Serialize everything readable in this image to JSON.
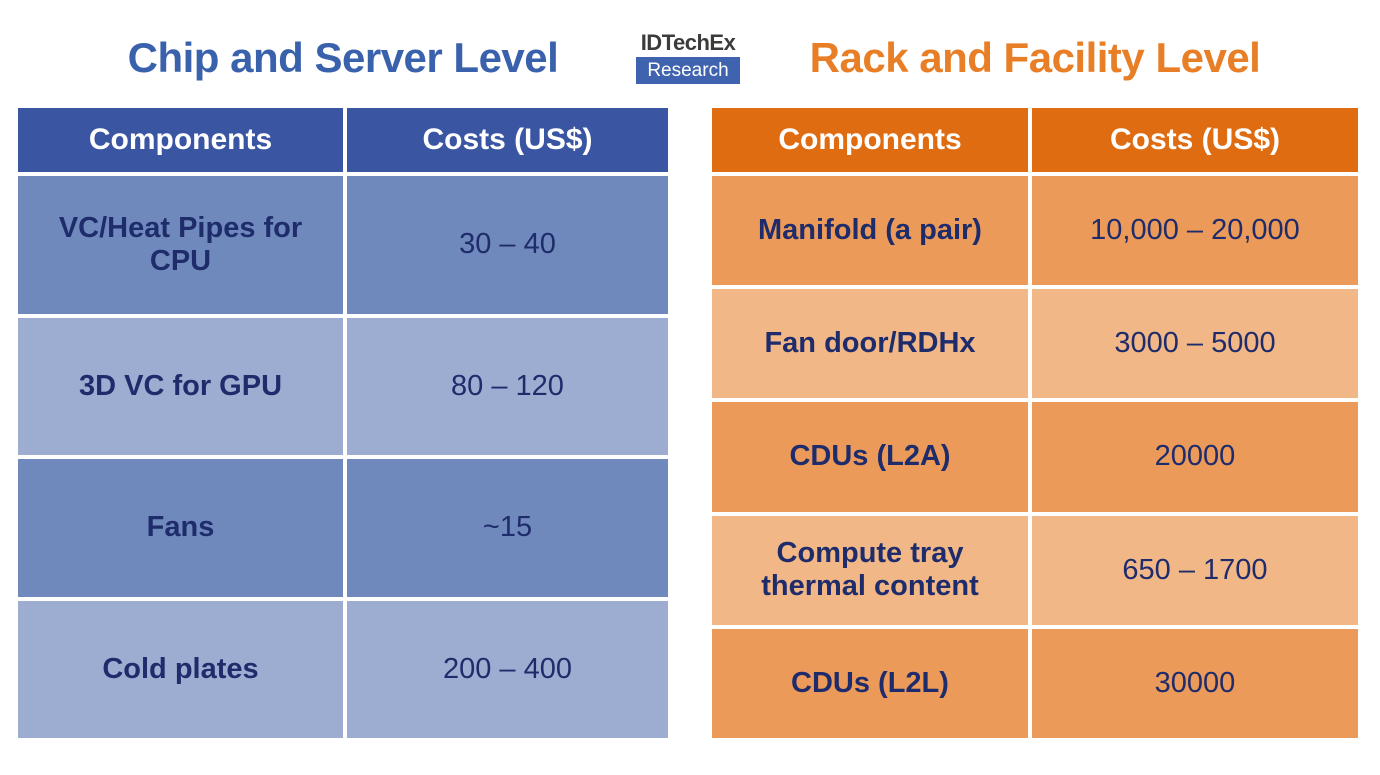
{
  "logo": {
    "name": "IDTechEx",
    "division": "Research"
  },
  "colors": {
    "title_blue": "#3a62ac",
    "title_orange": "#e87e26",
    "header_blue": "#3a55a1",
    "row_blue_medium": "#7089bd",
    "row_blue_light": "#9dadd2",
    "header_orange": "#e06c12",
    "row_orange_medium": "#eb9a59",
    "row_orange_light": "#f1b787",
    "text_navy": "#1f2c6b",
    "logo_box_blue": "#3f63ae"
  },
  "chart_data": [
    {
      "type": "table",
      "title": "Chip and Server Level",
      "columns": [
        "Components",
        "Costs (US$)"
      ],
      "rows": [
        [
          "VC/Heat Pipes for CPU",
          "30 – 40"
        ],
        [
          "3D VC for GPU",
          "80 – 120"
        ],
        [
          "Fans",
          "~15"
        ],
        [
          "Cold plates",
          "200 – 400"
        ]
      ]
    },
    {
      "type": "table",
      "title": "Rack and Facility Level",
      "columns": [
        "Components",
        "Costs (US$)"
      ],
      "rows": [
        [
          "Manifold (a pair)",
          "10,000 – 20,000"
        ],
        [
          "Fan door/RDHx",
          "3000 – 5000"
        ],
        [
          "CDUs (L2A)",
          "20000"
        ],
        [
          "Compute tray thermal content",
          "650 – 1700"
        ],
        [
          "CDUs (L2L)",
          "30000"
        ]
      ]
    }
  ]
}
